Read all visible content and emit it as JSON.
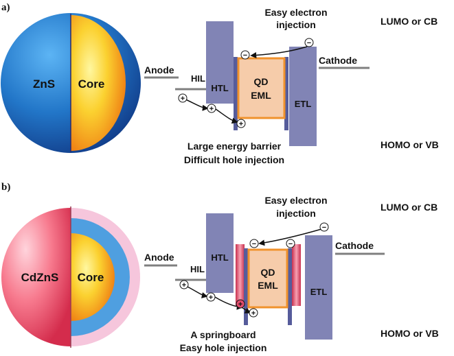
{
  "colors": {
    "transport_layer": "#8184b5",
    "interface_bar": "#565c9b",
    "eml_fill": "#f6ccaa",
    "eml_border": "#f0922c",
    "shell_a": "#1e64b6",
    "shell_b": "#ee5a72",
    "core": "#f6b81c",
    "interlayer_blue": "#4f9fe0",
    "springboard_red": "#e24c6c"
  },
  "panel_a": {
    "panel_label": "a)",
    "shell_label": "ZnS",
    "core_label": "Core",
    "anode_label": "Anode",
    "cathode_label": "Cathode",
    "hil_label": "HIL",
    "htl_label": "HTL",
    "eml_label_line1": "QD",
    "eml_label_line2": "EML",
    "etl_label": "ETL",
    "top_note_line1": "Easy electron",
    "top_note_line2": "injection",
    "bottom_note_line1": "Large energy barrier",
    "bottom_note_line2": "Difficult hole injection",
    "level_top": "LUMO or CB",
    "level_bottom": "HOMO or VB",
    "electron_sign": "−",
    "hole_sign": "+"
  },
  "panel_b": {
    "panel_label": "b)",
    "shell_label": "CdZnS",
    "core_label": "Core",
    "anode_label": "Anode",
    "cathode_label": "Cathode",
    "hil_label": "HIL",
    "htl_label": "HTL",
    "eml_label_line1": "QD",
    "eml_label_line2": "EML",
    "etl_label": "ETL",
    "top_note_line1": "Easy electron",
    "top_note_line2": "injection",
    "bottom_note_line1": "A springboard",
    "bottom_note_line2": "Easy hole injection",
    "level_top": "LUMO or CB",
    "level_bottom": "HOMO or VB",
    "electron_sign": "−",
    "hole_sign": "+"
  }
}
